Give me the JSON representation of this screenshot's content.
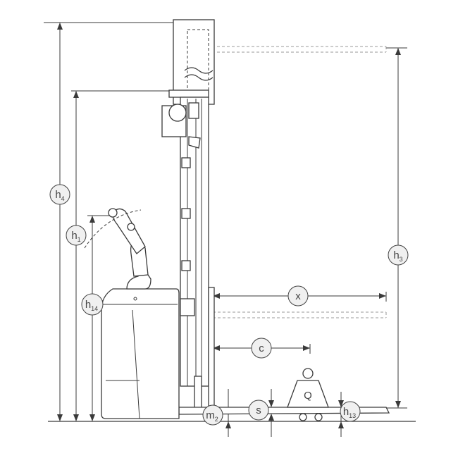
{
  "labels": {
    "h4": {
      "main": "h",
      "sub": "4"
    },
    "h1": {
      "main": "h",
      "sub": "1"
    },
    "h14": {
      "main": "h",
      "sub": "14"
    },
    "h3": {
      "main": "h",
      "sub": "3"
    },
    "x": {
      "main": "x"
    },
    "c": {
      "main": "c"
    },
    "s": {
      "main": "s"
    },
    "m2": {
      "main": "m",
      "sub": "2"
    },
    "h13": {
      "main": "h",
      "sub": "13"
    },
    "load": {
      "main": "Q"
    }
  },
  "colors": {
    "line": "#3a3a3a",
    "dashed": "#9a9a9a",
    "label_fill": "#f0f0f0"
  }
}
